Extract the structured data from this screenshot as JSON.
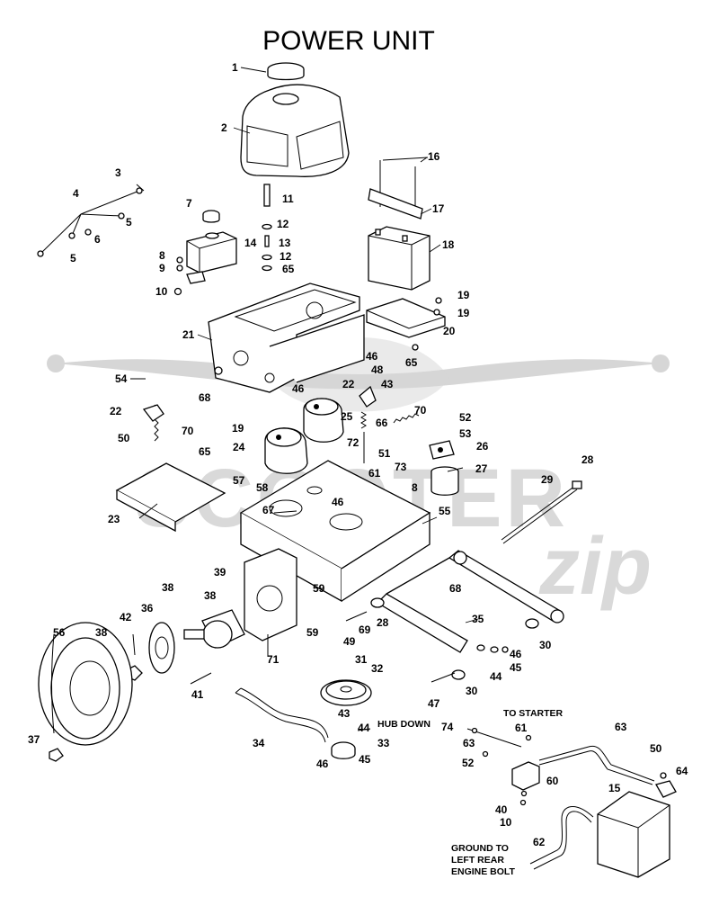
{
  "title": "POWER UNIT",
  "notes": {
    "hub_down": "HUB DOWN",
    "to_starter": "TO STARTER",
    "ground_line1": "GROUND TO",
    "ground_line2": "LEFT REAR",
    "ground_line3": "ENGINE BOLT"
  },
  "watermark": {
    "word1": "SCOOTER",
    "word2": "zip"
  },
  "callouts": {
    "c1": "1",
    "c2": "2",
    "c3": "3",
    "c4": "4",
    "c5a": "5",
    "c5b": "5",
    "c6": "6",
    "c7": "7",
    "c8a": "8",
    "c9": "9",
    "c10a": "10",
    "c11": "11",
    "c12a": "12",
    "c12b": "12",
    "c13": "13",
    "c14": "14",
    "c65a": "65",
    "c16": "16",
    "c17": "17",
    "c18": "18",
    "c19a": "19",
    "c19b": "19",
    "c20": "20",
    "c21": "21",
    "c65b": "65",
    "c46a": "46",
    "c48": "48",
    "c54": "54",
    "c22a": "22",
    "c43a": "43",
    "c70a": "70",
    "c68a": "68",
    "c46b": "46",
    "c22b": "22",
    "c25": "25",
    "c66": "66",
    "c70b": "70",
    "c19c": "19",
    "c72": "72",
    "c52a": "52",
    "c53": "53",
    "c50a": "50",
    "c65c": "65",
    "c24": "24",
    "c51": "51",
    "c26": "26",
    "c57": "57",
    "c58": "58",
    "c28a": "28",
    "c73": "73",
    "c27": "27",
    "c61a": "61",
    "c8b": "8",
    "c29": "29",
    "c23": "23",
    "c46c": "46",
    "c67": "67",
    "c55": "55",
    "c39": "39",
    "c59a": "59",
    "c68b": "68",
    "c38a": "38",
    "c38b": "38",
    "c36": "36",
    "c42": "42",
    "c56": "56",
    "c38c": "38",
    "c69": "69",
    "c28b": "28",
    "c49": "49",
    "c59b": "59",
    "c35": "35",
    "c30a": "30",
    "c46d": "46",
    "c45a": "45",
    "c44a": "44",
    "c71": "71",
    "c41": "41",
    "c31": "31",
    "c32": "32",
    "c43b": "43",
    "c44b": "44",
    "c47": "47",
    "c30b": "30",
    "c34": "34",
    "c33": "33",
    "c46e": "46",
    "c45b": "45",
    "c37": "37",
    "c74": "74",
    "c61b": "61",
    "c63a": "63",
    "c63b": "63",
    "c50b": "50",
    "c64": "64",
    "c52b": "52",
    "c60": "60",
    "c15": "15",
    "c40": "40",
    "c10b": "10",
    "c62": "62"
  }
}
